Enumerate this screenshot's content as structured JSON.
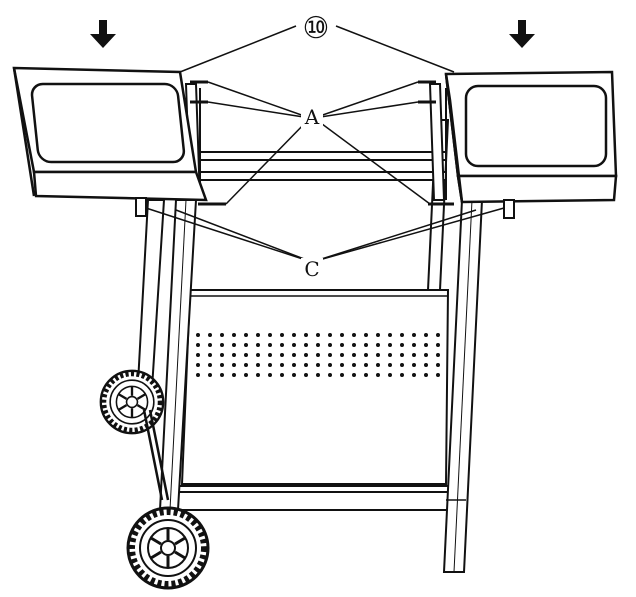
{
  "callouts": {
    "part_number": "⑩",
    "label_a": "A",
    "label_c": "C"
  },
  "colors": {
    "ink": "#111111",
    "paper": "#ffffff"
  },
  "icons": [
    "down-arrow-icon",
    "wheel-icon",
    "bolt-icon"
  ]
}
